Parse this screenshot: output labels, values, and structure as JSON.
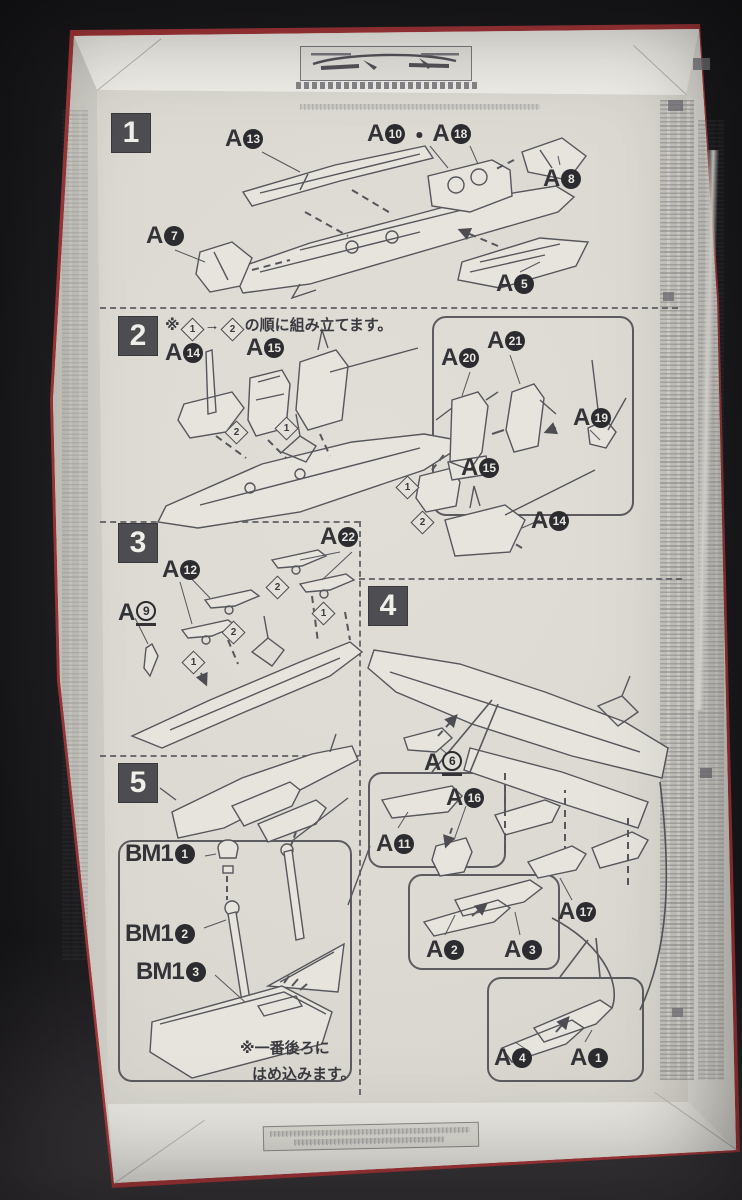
{
  "photo": {
    "subject": "model-kit-assembly-instructions-printed-inside-box",
    "paper_color": "#dcdad2",
    "ink_color": "#4c4c52",
    "box_exterior_color": "#a8373a",
    "background_color": "#1a191c"
  },
  "markers": {
    "one": "1",
    "two": "2"
  },
  "steps": {
    "s1": {
      "no": "1"
    },
    "s2": {
      "no": "2",
      "note_prefix": "※",
      "note_arrow": "→",
      "note_suffix": "の順に組み立てます。"
    },
    "s3": {
      "no": "3"
    },
    "s4": {
      "no": "4"
    },
    "s5": {
      "no": "5",
      "note_line1": "※一番後ろに",
      "note_line2": "はめ込みます。"
    }
  },
  "labels": {
    "a13": {
      "prefix": "A",
      "num": "13"
    },
    "a10_18": {
      "prefix": "A",
      "num": "10",
      "sep": "・",
      "prefix2": "A",
      "num2": "18"
    },
    "a8": {
      "prefix": "A",
      "num": "8"
    },
    "a7": {
      "prefix": "A",
      "num": "7"
    },
    "a5": {
      "prefix": "A",
      "num": "5"
    },
    "a14_left": {
      "prefix": "A",
      "num": "14"
    },
    "a15_left": {
      "prefix": "A",
      "num": "15"
    },
    "a20": {
      "prefix": "A",
      "num": "20"
    },
    "a21": {
      "prefix": "A",
      "num": "21"
    },
    "a19": {
      "prefix": "A",
      "num": "19"
    },
    "a15_right": {
      "prefix": "A",
      "num": "15"
    },
    "a14_right": {
      "prefix": "A",
      "num": "14"
    },
    "a22": {
      "prefix": "A",
      "num": "22"
    },
    "a12": {
      "prefix": "A",
      "num": "12"
    },
    "a9": {
      "prefix": "A",
      "num": "9"
    },
    "a6": {
      "prefix": "A",
      "num": "6"
    },
    "a16": {
      "prefix": "A",
      "num": "16"
    },
    "a11": {
      "prefix": "A",
      "num": "11"
    },
    "a2": {
      "prefix": "A",
      "num": "2"
    },
    "a3": {
      "prefix": "A",
      "num": "3"
    },
    "a17": {
      "prefix": "A",
      "num": "17"
    },
    "a4": {
      "prefix": "A",
      "num": "4"
    },
    "a1": {
      "prefix": "A",
      "num": "1"
    },
    "bm1_1": {
      "prefix": "BM1",
      "num": "1"
    },
    "bm1_2": {
      "prefix": "BM1",
      "num": "2"
    },
    "bm1_3": {
      "prefix": "BM1",
      "num": "3"
    }
  }
}
